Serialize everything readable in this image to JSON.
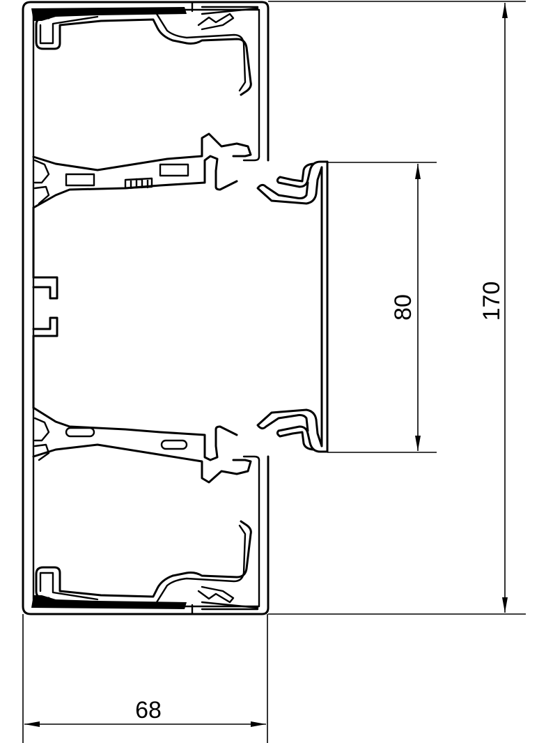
{
  "drawing": {
    "subject": "cable-trunking-cross-section",
    "line_color": "#000000",
    "background_color": "#ffffff"
  },
  "dimensions": {
    "width": {
      "value": "68",
      "orientation": "horizontal"
    },
    "lid_opening": {
      "value": "80",
      "orientation": "vertical"
    },
    "height": {
      "value": "170",
      "orientation": "vertical"
    }
  }
}
